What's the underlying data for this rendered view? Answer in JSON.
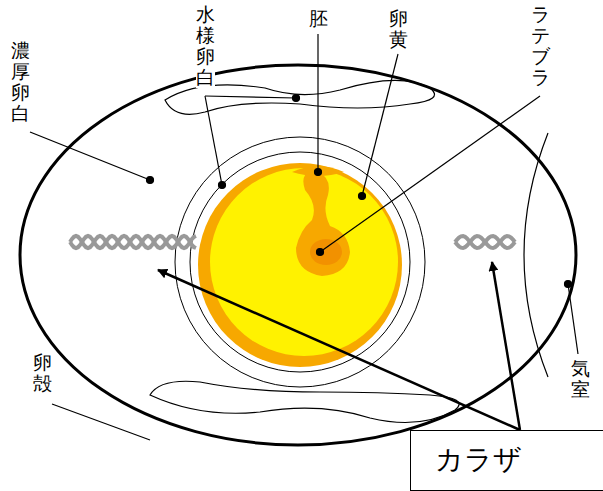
{
  "diagram": {
    "nodes": [
      {
        "text": [
          "カラザ"
        ]
      }
    ],
    "labels": [
      "卵殻",
      "濃厚卵白",
      "水様卵白",
      "胚",
      "卵黄",
      "ラテブラ",
      "気室"
    ]
  }
}
